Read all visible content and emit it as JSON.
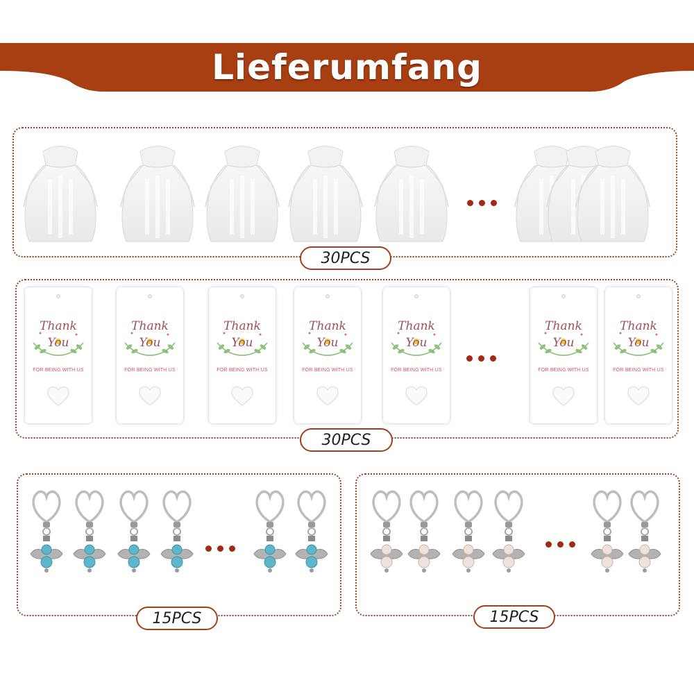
{
  "header": {
    "title": "Lieferumfang"
  },
  "colors": {
    "accent": "#a1401c",
    "banner": "#a83f12",
    "teal": "#5fb6c9",
    "pearl": "#efe2dc"
  },
  "sections": {
    "bags": {
      "count_label": "30PCS",
      "item": "organza-bag"
    },
    "cards": {
      "count_label": "30PCS",
      "item": "thank-you-card",
      "card_text": {
        "line1": "Thank",
        "line2": "You",
        "line3": "FOR BEING WITH US"
      }
    },
    "angels_blue": {
      "count_label": "15PCS",
      "item": "angel-keychain-blue"
    },
    "angels_pink": {
      "count_label": "15PCS",
      "item": "angel-keychain-pearl"
    }
  }
}
